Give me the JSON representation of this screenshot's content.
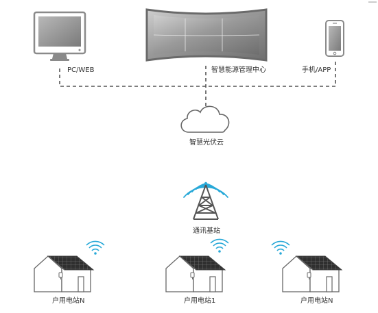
{
  "nodes": {
    "pc": {
      "label": "PC/WEB",
      "icon": "monitor-icon"
    },
    "center": {
      "label": "智慧能源管理中心",
      "icon": "video-wall-icon"
    },
    "mobile": {
      "label": "手机/APP",
      "icon": "smartphone-icon"
    },
    "cloud": {
      "label": "智慧光伏云",
      "icon": "cloud-icon"
    },
    "tower": {
      "label": "通讯基站",
      "icon": "signal-tower-icon"
    },
    "stations": [
      {
        "label": "户用电站N",
        "icon": "solar-house-icon"
      },
      {
        "label": "户用电站1",
        "icon": "solar-house-icon"
      },
      {
        "label": "户用电站N",
        "icon": "solar-house-icon"
      }
    ]
  },
  "colors": {
    "line": "#555555",
    "device_frame": "#8a8a8a",
    "screen": "#9a9a9a",
    "wifi": "#29a9d8",
    "house_stroke": "#666666",
    "panel": "#2f2f2f"
  }
}
